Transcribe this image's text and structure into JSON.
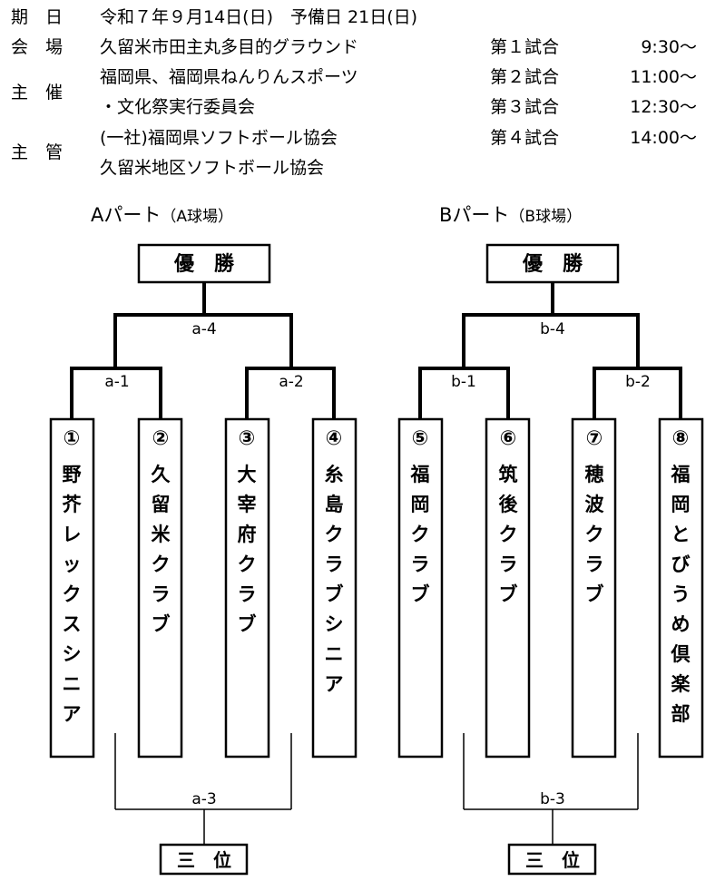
{
  "header": {
    "date_label": "期　日",
    "date_value": "令和７年９月14日(日)　予備日 21日(日)",
    "venue_label": "会　場",
    "venue_value": "久留米市田主丸多目的グラウンド",
    "host_label": "主　催",
    "host_line1": "福岡県、福岡県ねんりんスポーツ",
    "host_line2": "・文化祭実行委員会",
    "manage_label": "主　管",
    "manage_line1": "(一社)福岡県ソフトボール協会",
    "manage_line2": "久留米地区ソフトボール協会"
  },
  "schedule": [
    {
      "game": "第１試合",
      "time": "9:30～"
    },
    {
      "game": "第２試合",
      "time": "11:00～"
    },
    {
      "game": "第３試合",
      "time": "12:30～"
    },
    {
      "game": "第４試合",
      "time": "14:00～"
    }
  ],
  "parts": [
    {
      "title": "Aパート",
      "field": "（A球場）",
      "winner_label": "優　勝",
      "third_label": "三　位",
      "final_match": "a-4",
      "semi_left": "a-1",
      "semi_right": "a-2",
      "third_match": "a-3",
      "teams": [
        {
          "num": "①",
          "name": "野芥レックスシニア"
        },
        {
          "num": "②",
          "name": "久留米クラブ"
        },
        {
          "num": "③",
          "name": "大宰府クラブ"
        },
        {
          "num": "④",
          "name": "糸島クラブシニア"
        }
      ]
    },
    {
      "title": "Bパート",
      "field": "（B球場）",
      "winner_label": "優　勝",
      "third_label": "三　位",
      "final_match": "b-4",
      "semi_left": "b-1",
      "semi_right": "b-2",
      "third_match": "b-3",
      "teams": [
        {
          "num": "⑤",
          "name": "福岡クラブ"
        },
        {
          "num": "⑥",
          "name": "筑後クラブ"
        },
        {
          "num": "⑦",
          "name": "穂波クラブ"
        },
        {
          "num": "⑧",
          "name": "福岡とびうめ倶楽部"
        }
      ]
    }
  ]
}
